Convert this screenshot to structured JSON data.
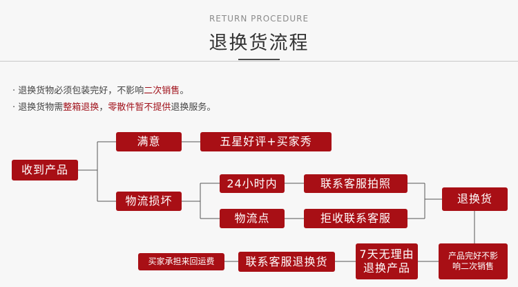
{
  "header": {
    "subtitle": "RETURN PROCEDURE",
    "title": "退换货流程"
  },
  "rules": [
    {
      "pre": "退换货物必须包装完好，不影响",
      "red": "二次销售",
      "post": "。"
    },
    {
      "pre": "退换货物需",
      "red": "整箱退换",
      "mid": "，",
      "red2": "零散件暂不提供",
      "post": "退换服务。"
    }
  ],
  "bullet": "·",
  "flow": {
    "receive": "收到产品",
    "satisfied": "满意",
    "five_star": "五星好评+买家秀",
    "damaged": "物流损坏",
    "hours24": "24小时内",
    "contact_photo": "联系客服拍照",
    "logistics_point": "物流点",
    "refuse_contact": "拒收联系客服",
    "return_goods": "退换货",
    "condition_line1": "产品完好不影",
    "condition_line2": "响二次销售",
    "seven_day_line1": "7天无理由",
    "seven_day_line2": "退换产品",
    "contact_return": "联系客服退换货",
    "buyer_shipping": "买家承担来回运费"
  },
  "colors": {
    "box": "#a80f15",
    "red_text": "#a0111a",
    "line": "#555555"
  }
}
